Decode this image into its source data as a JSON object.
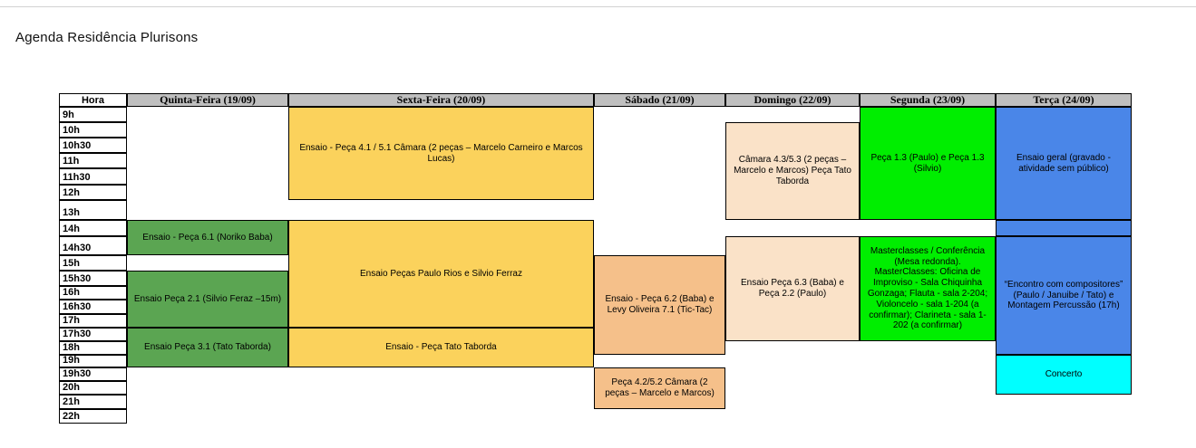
{
  "page": {
    "title": "Agenda Residência Plurisons"
  },
  "palette": {
    "header_gray": "#bfbfbf",
    "quinta_green": "#5ba552",
    "sexta_yellow": "#fbd25c",
    "sabado_orange": "#f5c08a",
    "domingo_peach": "#fae2c8",
    "segunda_bright_green": "#00ee00",
    "terca_blue": "#4a86e8",
    "concerto_cyan": "#00ffff"
  },
  "table": {
    "hour_header": "Hora",
    "days": [
      {
        "id": "quinta",
        "label": "Quinta-Feira (19/09)"
      },
      {
        "id": "sexta",
        "label": "Sexta-Feira (20/09)"
      },
      {
        "id": "sabado",
        "label": "Sábado (21/09)"
      },
      {
        "id": "domingo",
        "label": "Domingo (22/09)"
      },
      {
        "id": "segunda",
        "label": "Segunda (23/09)"
      },
      {
        "id": "terca",
        "label": "Terça (24/09)"
      }
    ],
    "times": [
      "9h",
      "10h",
      "10h30",
      "11h",
      "11h30",
      "12h",
      "13h",
      "14h",
      "14h30",
      "15h",
      "15h30",
      "16h",
      "16h30",
      "17h",
      "17h30",
      "18h",
      "19h",
      "19h30",
      "20h",
      "21h",
      "22h"
    ],
    "events": [
      {
        "day": "quinta",
        "row_start": 8,
        "row_end": 10,
        "color": "#5ba552",
        "label": "Ensaio - Peça 6.1 (Noriko Baba)"
      },
      {
        "day": "quinta",
        "row_start": 11,
        "row_end": 15,
        "color": "#5ba552",
        "label": "Ensaio Peça 2.1 (Silvio Feraz –15m)"
      },
      {
        "day": "quinta",
        "row_start": 15,
        "row_end": 18,
        "color": "#5ba552",
        "label": "Ensaio Peça 3.1 (Tato Taborda)"
      },
      {
        "day": "sexta",
        "row_start": 1,
        "row_end": 7,
        "color": "#fbd25c",
        "label": "Ensaio - Peça 4.1 / 5.1 Câmara (2 peças – Marcelo Carneiro e Marcos Lucas)"
      },
      {
        "day": "sexta",
        "row_start": 8,
        "row_end": 15,
        "color": "#fbd25c",
        "label": "Ensaio Peças Paulo Rios e Silvio Ferraz"
      },
      {
        "day": "sexta",
        "row_start": 15,
        "row_end": 18,
        "color": "#fbd25c",
        "label": "Ensaio - Peça Tato Taborda"
      },
      {
        "day": "sabado",
        "row_start": 10,
        "row_end": 17,
        "color": "#f5c08a",
        "label": "Ensaio - Peça 6.2 (Baba) e Levy Oliveira 7.1 (Tic-Tac)"
      },
      {
        "day": "sabado",
        "row_start": 18,
        "row_end": 21,
        "color": "#f5c08a",
        "label": "Peça 4.2/5.2 Câmara (2 peças – Marcelo e Marcos)"
      },
      {
        "day": "domingo",
        "row_start": 2,
        "row_end": 8,
        "color": "#fae2c8",
        "label": "Câmara 4.3/5.3 (2 peças – Marcelo e Marcos) Peça Tato Taborda"
      },
      {
        "day": "domingo",
        "row_start": 9,
        "row_end": 16,
        "color": "#fae2c8",
        "label": "Ensaio Peça 6.3 (Baba) e Peça 2.2 (Paulo)"
      },
      {
        "day": "segunda",
        "row_start": 1,
        "row_end": 8,
        "color": "#00ee00",
        "label": "Peça 1.3 (Paulo) e Peça 1.3 (Silvio)"
      },
      {
        "day": "segunda",
        "row_start": 9,
        "row_end": 16,
        "color": "#00ee00",
        "label": "Masterclasses / Conferência (Mesa redonda). MasterClasses: Oficina de Improviso - Sala Chiquinha Gonzaga; Flauta - sala 2-204; Violoncelo - sala 1-204 (a confirmar); Clarineta - sala 1-202 (a confirmar)"
      },
      {
        "day": "terca",
        "row_start": 1,
        "row_end": 8,
        "color": "#4a86e8",
        "label": "Ensaio geral (gravado - atividade sem público)"
      },
      {
        "day": "terca",
        "row_start": 8,
        "row_end": 9,
        "color": "#4a86e8",
        "label": ""
      },
      {
        "day": "terca",
        "row_start": 9,
        "row_end": 17,
        "color": "#4a86e8",
        "label": "“Encontro com compositores” (Paulo / Januibe / Tato) e Montagem Percussão (17h)"
      },
      {
        "day": "terca",
        "row_start": 17,
        "row_end": 20,
        "color": "#00ffff",
        "label": "Concerto"
      }
    ]
  }
}
